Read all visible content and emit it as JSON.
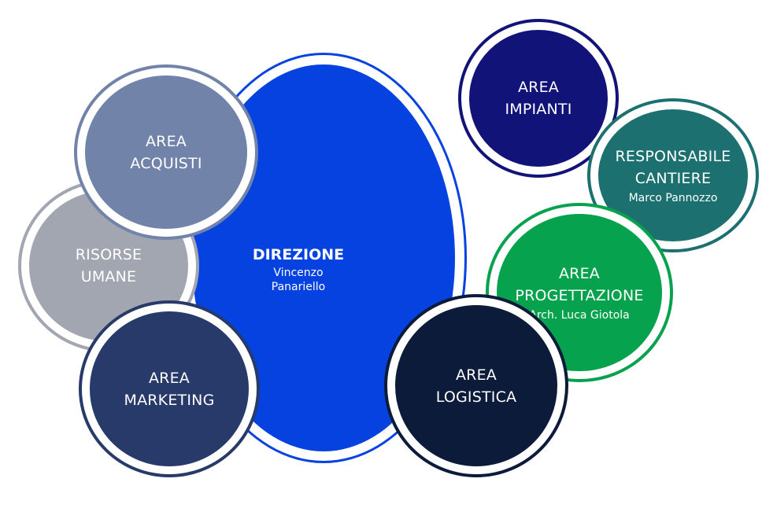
{
  "colors": {
    "direzione": "#0542e0",
    "risorse_umane": "#a2a6b1",
    "acquisti": "#7283aa",
    "marketing": "#273a6a",
    "impianti": "#111379",
    "cantiere": "#1c7170",
    "progettazione": "#07a24d",
    "logistica": "#0d1b3b"
  },
  "direzione": {
    "title": "DIREZIONE",
    "name": "Vincenzo Panariello"
  },
  "risorse_umane": {
    "label": "RISORSE\nUMANE"
  },
  "acquisti": {
    "label": "AREA\nACQUISTI"
  },
  "marketing": {
    "label": "AREA\nMARKETING"
  },
  "impianti": {
    "label": "AREA\nIMPIANTI"
  },
  "cantiere": {
    "label": "RESPONSABILE\nCANTIERE",
    "name": "Marco Pannozzo"
  },
  "progettazione": {
    "label": "AREA\nPROGETTAZIONE",
    "name": "Arch. Luca Giotola"
  },
  "logistica": {
    "label": "AREA\nLOGISTICA"
  }
}
